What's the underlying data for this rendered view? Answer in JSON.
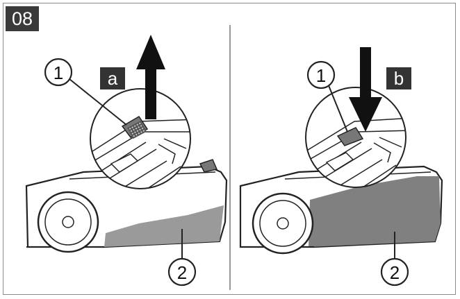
{
  "step_number": "08",
  "left_panel": {
    "letter": "a",
    "callout_top": "1",
    "callout_bottom": "2"
  },
  "right_panel": {
    "letter": "b",
    "callout_top": "1",
    "callout_bottom": "2"
  },
  "colors": {
    "frame": "#8a8a8a",
    "badge": "#3a3a3a",
    "arrow": "#111111",
    "body_fill": "#9a9a9a",
    "body_fill_dark": "#808080"
  }
}
